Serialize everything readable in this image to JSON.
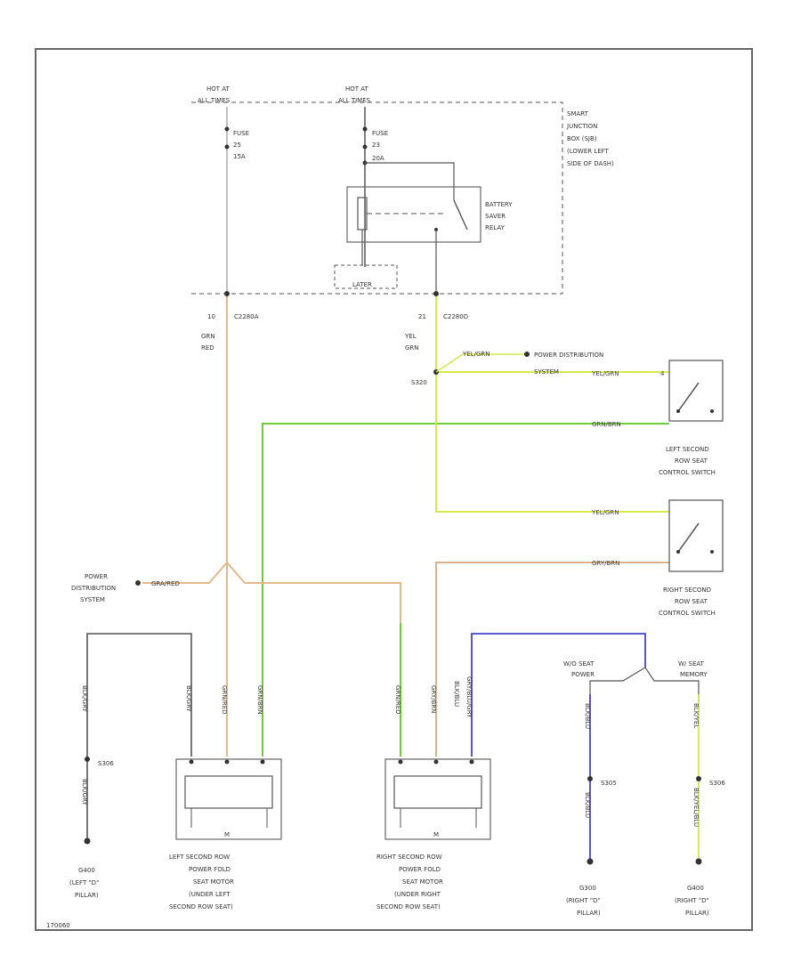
{
  "colors": {
    "frame": "#666666",
    "wire_gray": "#aaaaaa",
    "wire_green": "#6ccf3a",
    "wire_yellow": "#d6e84a",
    "wire_orange": "#e2b98a",
    "wire_tan": "#d9b48a",
    "wire_blue": "#4444cc",
    "wire_dark": "#555555"
  },
  "hot_left": [
    "HOT AT",
    "ALL TIMES"
  ],
  "hot_right": [
    "HOT AT",
    "ALL TIMES"
  ],
  "fuse_left": [
    "FUSE",
    "25",
    "15A"
  ],
  "fuse_right": [
    "FUSE",
    "23",
    "20A"
  ],
  "sjb": [
    "SMART",
    "JUNCTION",
    "BOX (SJB)",
    "(LOWER LEFT",
    "SIDE OF DASH)"
  ],
  "relay": [
    "BATTERY",
    "SAVER",
    "RELAY"
  ],
  "lower_box": "LATER",
  "conn_left_pin": "10",
  "conn_left": "C2280A",
  "conn_right_pin": "21",
  "conn_right": "C2280D",
  "wire_left_color": [
    "GRN",
    "RED"
  ],
  "wire_right_color": [
    "YEL",
    "GRN"
  ],
  "splice": "S320",
  "pds_top": "POWER DISTRIBUTION",
  "pds_top_wire": "YEL/GRN",
  "pds_system": "SYSTEM",
  "wire_yelgrn_a": "YEL/GRN",
  "wire_grnbrn": "GRN/BRN",
  "wire_yelgrn_b": "YEL/GRN",
  "wire_grybrn": "GRY/BRN",
  "pin4": "4",
  "left_switch": [
    "LEFT SECOND",
    "ROW SEAT",
    "CONTROL SWITCH"
  ],
  "right_switch": [
    "RIGHT SECOND",
    "ROW SEAT",
    "CONTROL SWITCH"
  ],
  "pds_left": [
    "POWER",
    "DISTRIBUTION",
    "SYSTEM"
  ],
  "pds_left_wire": "GRA/RED",
  "left_motor": [
    "LEFT SECOND ROW",
    "POWER FOLD",
    "SEAT MOTOR",
    "(UNDER LEFT",
    "SECOND ROW SEAT)"
  ],
  "right_motor": [
    "RIGHT SECOND ROW",
    "POWER FOLD",
    "SEAT MOTOR",
    "(UNDER RIGHT",
    "SECOND ROW SEAT)"
  ],
  "motor_symbol": "M",
  "wire_vert_left_a": "BLK/GRY",
  "wire_vert_left_b": "BLK/GRY",
  "wire_vert_lm1": "BLK/GRY",
  "wire_vert_lm2": "GRN/RED",
  "wire_vert_lm3": "GRN/BRN",
  "wire_vert_rm1": "GRN/RED",
  "wire_vert_rm2": "GRY/BRN",
  "wire_vert_rm3": "BLK/BLU",
  "wire_vert_rm3b": "GRY/BLU/GRY",
  "splice_left": "S306",
  "splice_mid": "S305",
  "splice_right": "S306",
  "gnd_left": [
    "G400",
    "(LEFT \"D\"",
    "PILLAR)"
  ],
  "gnd_mid": [
    "G300",
    "(RIGHT \"D\"",
    "PILLAR)"
  ],
  "gnd_right": [
    "G400",
    "(RIGHT \"D\"",
    "PILLAR)"
  ],
  "seat_2d": [
    "W/O SEAT",
    "POWER"
  ],
  "seat_3d": [
    "W/ SEAT",
    "MEMORY"
  ],
  "wire_vert_b1": "BLK/BLU",
  "wire_vert_b2": "BLK/BLU",
  "wire_vert_b3": "BLK/YEL",
  "wire_vert_b4": "BLK/YEL/BLU",
  "footer": "170060"
}
